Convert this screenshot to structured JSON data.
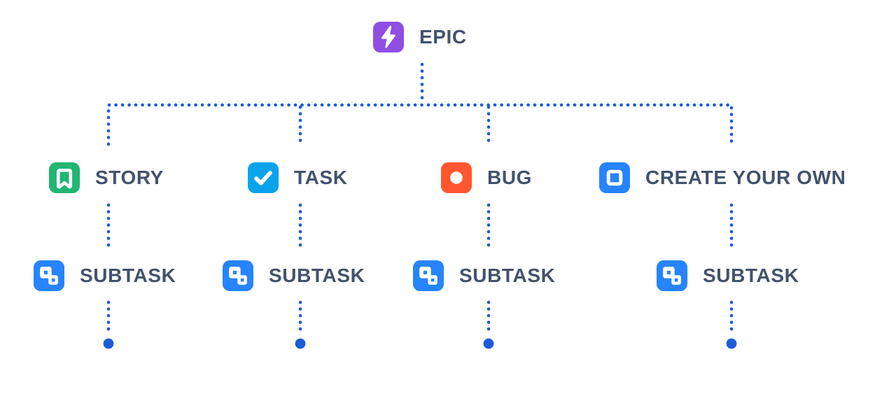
{
  "diagram": {
    "description": "Issue type hierarchy diagram",
    "nodes": {
      "epic": {
        "label": "EPIC",
        "color": "#904EE2",
        "icon": "epic-lightning-icon"
      },
      "story": {
        "label": "STORY",
        "color": "#22B573",
        "icon": "story-bookmark-icon"
      },
      "task": {
        "label": "TASK",
        "color": "#09A3EC",
        "icon": "task-check-icon"
      },
      "bug": {
        "label": "BUG",
        "color": "#FF5630",
        "icon": "bug-circle-icon"
      },
      "custom": {
        "label": "CREATE YOUR OWN",
        "color": "#2684FF",
        "icon": "custom-square-icon"
      },
      "subtask": {
        "label": "SUBTASK",
        "color": "#2684FF",
        "icon": "subtask-blocks-icon"
      }
    },
    "connector": {
      "color": "#1C5BD9",
      "style": "dotted"
    },
    "text_color": "#42526E"
  }
}
